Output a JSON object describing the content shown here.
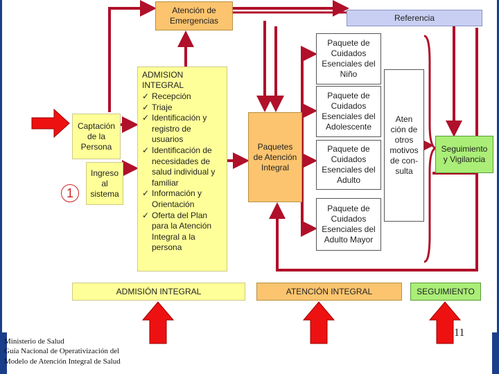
{
  "boxes": {
    "atencion_emergencias": "Atención de\nEmergencias",
    "referencia": "Referencia",
    "captacion": "Captación\nde la\nPersona",
    "ingreso": "Ingreso\nal\nsistema",
    "paquetes": "Paquetes\nde Atención\nIntegral",
    "nino": "Paquete de\nCuidados\nEsenciales del\nNiño",
    "adolescente": "Paquete de\nCuidados\nEsenciales del\nAdolescente",
    "adulto": "Paquete de\nCuidados\nEsenciales del\nAdulto",
    "adulto_mayor": "Paquete de\nCuidados\nEsenciales del\nAdulto Mayor",
    "otros_motivos": "Aten\nción de\notros\nmotivos\nde con-\nsulta",
    "seguimiento": "Seguimiento\ny Vigilancia"
  },
  "admision_integral": {
    "title": "ADMISION INTEGRAL",
    "items": [
      "Recepción",
      "Triaje",
      "Identificación y registro de usuarios",
      "Identificación de necesidades de salud individual y familiar",
      "Información y Orientación",
      "Oferta del Plan para la Atención Integral a la persona"
    ]
  },
  "step_number": "1",
  "phases": {
    "admision": "ADMISIÓN INTEGRAL",
    "atencion": "ATENCIÓN INTEGRAL",
    "seguimiento": "SEGUIMIENTO"
  },
  "footer": {
    "line1": "Ministerio de Salud",
    "line2": "Guía Nacional de Operativización del",
    "line3": "Modelo de Atención Integral de Salud"
  },
  "page_number": "11",
  "colors": {
    "arrow": "#b0102a",
    "big_arrow": "#ee1111",
    "yellow": "#ffff99",
    "orange": "#fcc46e",
    "green": "#aaee77",
    "blue": "#c9cff2"
  }
}
